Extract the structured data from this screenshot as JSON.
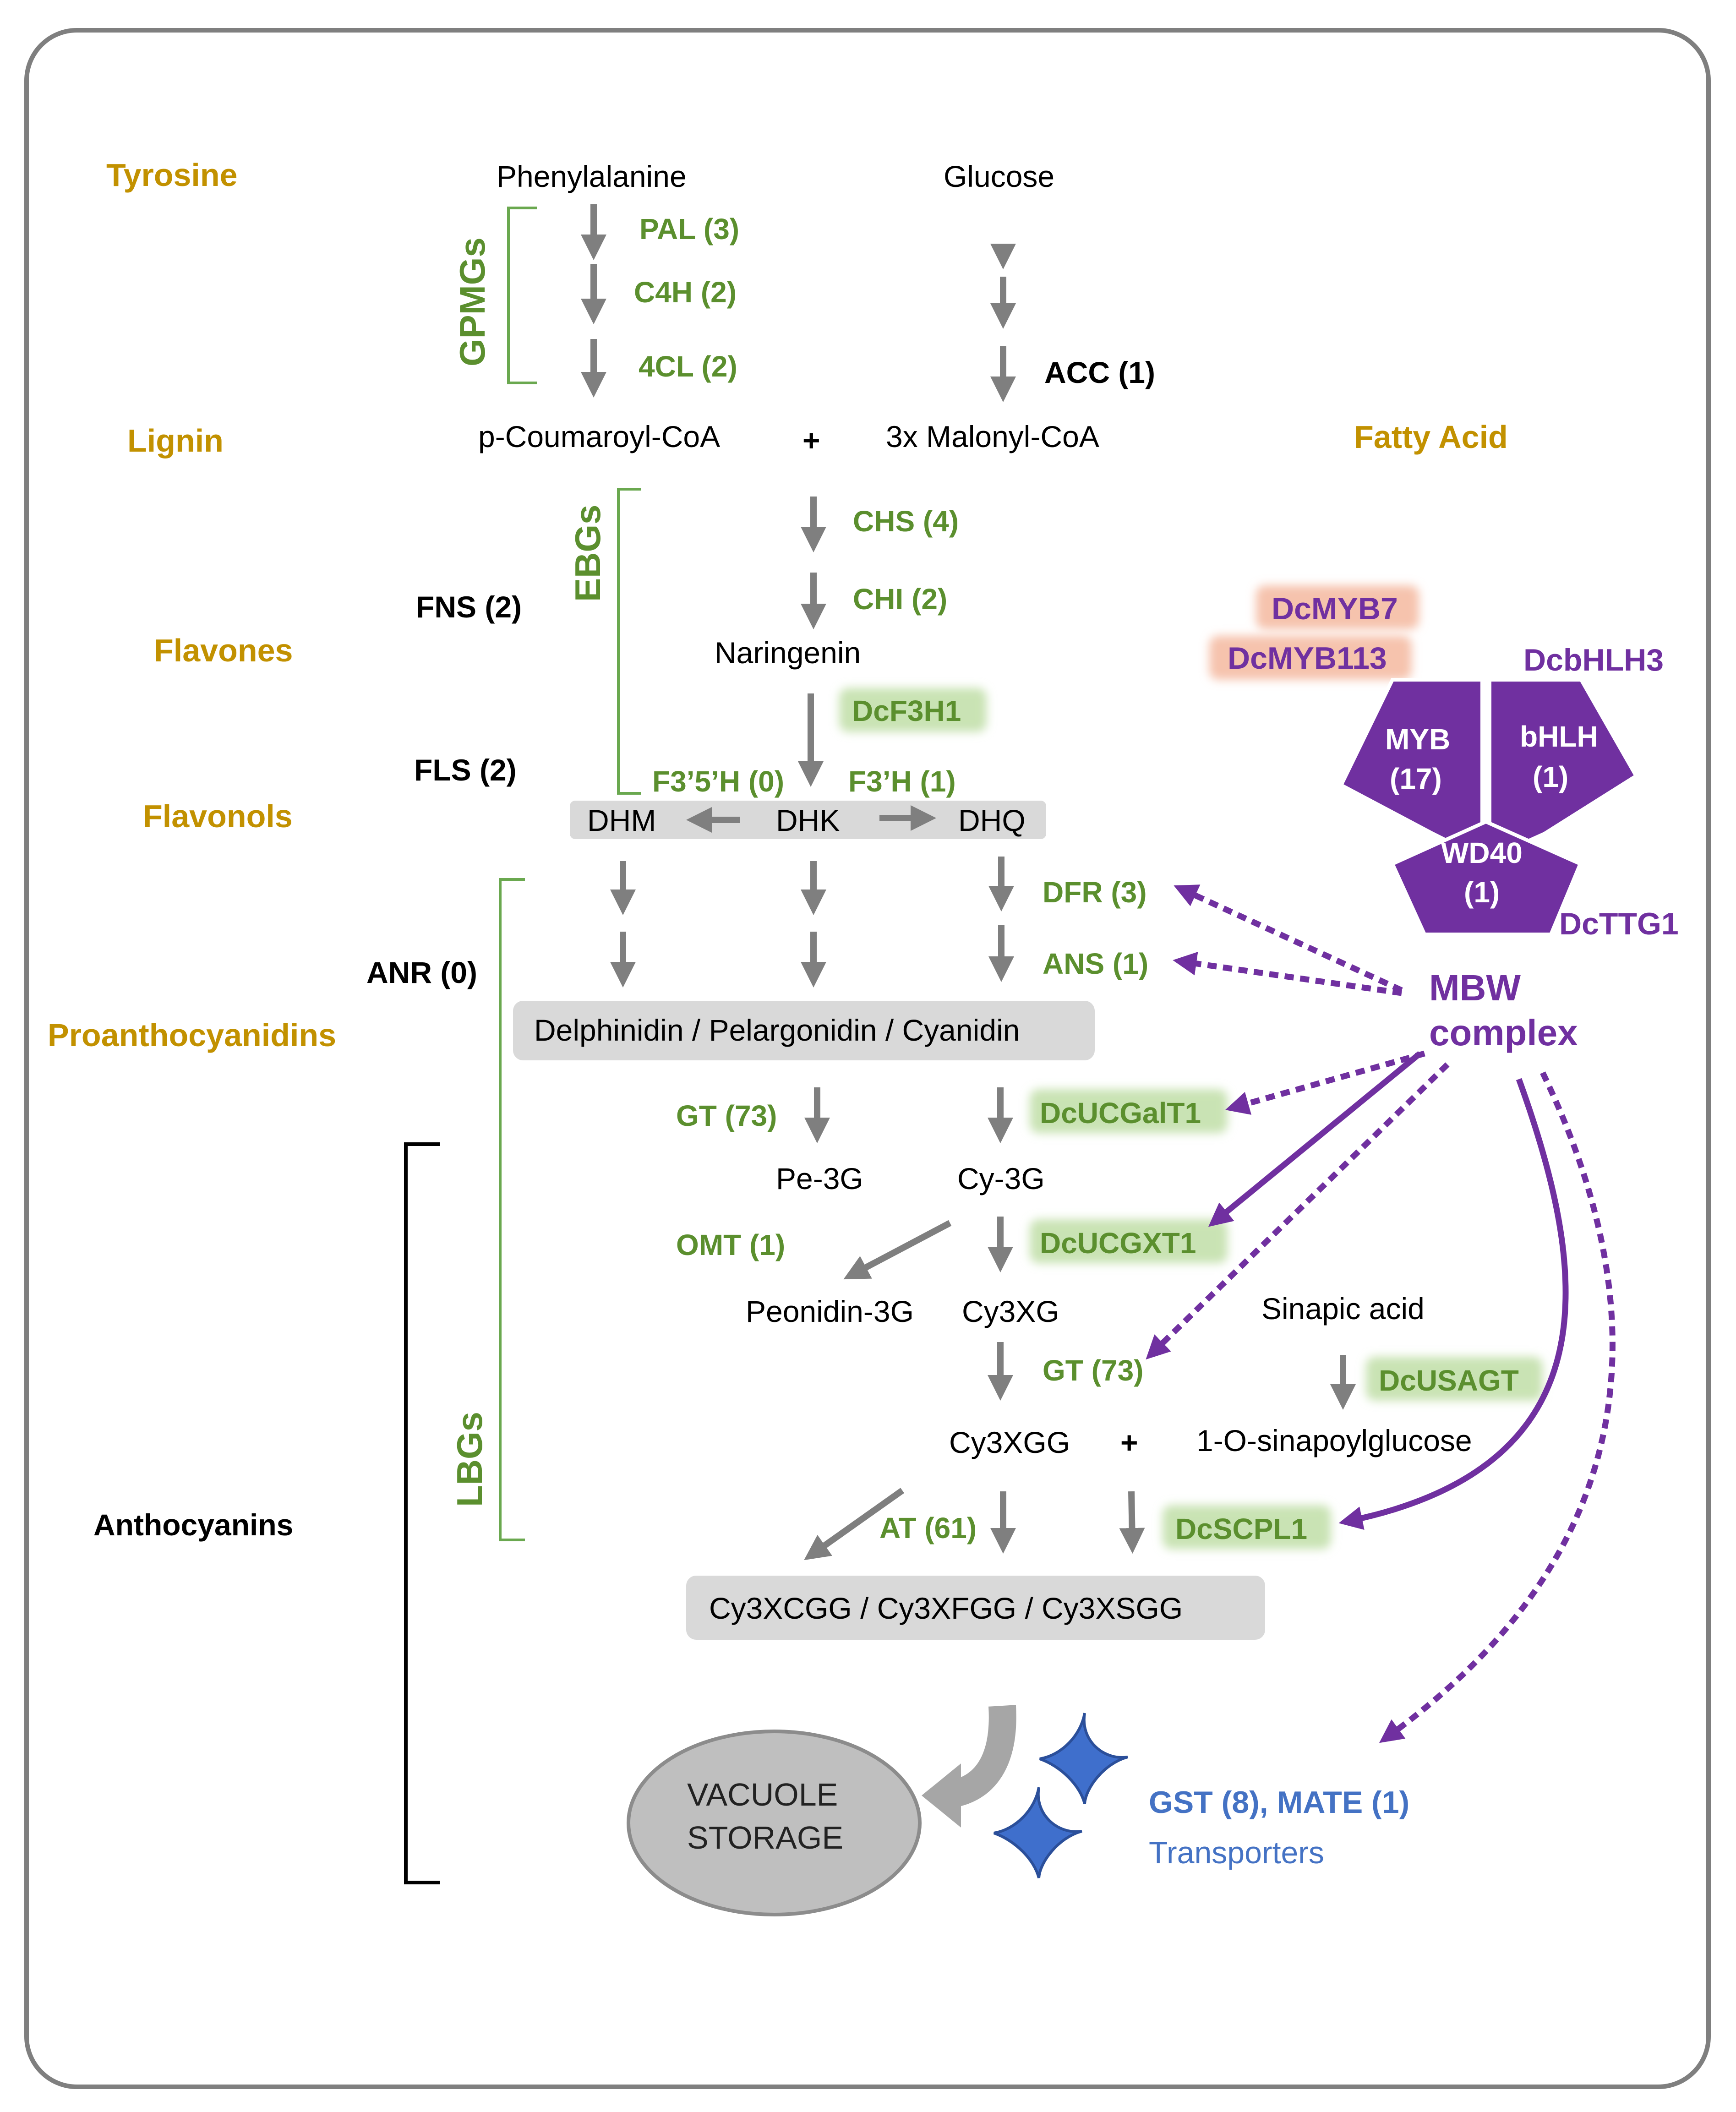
{
  "side_labels": {
    "tyrosine": "Tyrosine",
    "lignin": "Lignin",
    "flavones": "Flavones",
    "flavonols": "Flavonols",
    "proanthocyanidins": "Proanthocyanidins",
    "fatty_acid": "Fatty Acid",
    "anthocyanins": "Anthocyanins"
  },
  "compounds": {
    "phenylalanine": "Phenylalanine",
    "glucose": "Glucose",
    "p_coumaroyl_coa": "p-Coumaroyl-CoA",
    "plus_1": "+",
    "malonyl_coa": "3x Malonyl-CoA",
    "naringenin": "Naringenin",
    "dhm": "DHM",
    "dhk": "DHK",
    "dhq": "DHQ",
    "anthocyanidins": "Delphinidin / Pelargonidin / Cyanidin",
    "pe_3g": "Pe-3G",
    "cy_3g": "Cy-3G",
    "peonidin_3g": "Peonidin-3G",
    "cy3xg": "Cy3XG",
    "sinapic_acid": "Sinapic acid",
    "cy3xgg": "Cy3XGG",
    "plus_2": "+",
    "sinapoylglucose": "1-O-sinapoylglucose",
    "final_products": "Cy3XCGG / Cy3XFGG / Cy3XSGG"
  },
  "enzymes": {
    "pal": "PAL (3)",
    "c4h": "C4H (2)",
    "cl4": "4CL (2)",
    "acc": "ACC (1)",
    "chs": "CHS (4)",
    "chi": "CHI (2)",
    "fns": "FNS (2)",
    "dcf3h1": "DcF3H1",
    "fls": "FLS (2)",
    "f35h": "F3’5’H (0)",
    "f3h": "F3’H (1)",
    "dfr": "DFR (3)",
    "ans": "ANS (1)",
    "anr": "ANR (0)",
    "gt_1": "GT (73)",
    "dcucgalt1": "DcUCGalT1",
    "omt": "OMT (1)",
    "dcucgxt1": "DcUCGXT1",
    "gt_2": "GT (73)",
    "dcusagt": "DcUSAGT",
    "at": "AT (61)",
    "dcscpl1": "DcSCPL1"
  },
  "gene_groups": {
    "gpmgs": "GPMGs",
    "ebgs": "EBGs",
    "lbgs": "LBGs"
  },
  "regulators": {
    "dcmyb7": "DcMYB7",
    "dcmyb113": "DcMYB113",
    "dcbhlh3": "DcbHLH3",
    "dcttg1": "DcTTG1",
    "myb": "MYB",
    "myb_count": "(17)",
    "bhlh": "bHLH",
    "bhlh_count": "(1)",
    "wd40": "WD40",
    "wd40_count": "(1)",
    "mbw_line1": "MBW",
    "mbw_line2": "complex"
  },
  "storage": {
    "line1": "VACUOLE",
    "line2": "STORAGE"
  },
  "transporters": {
    "genes": "GST (8), MATE (1)",
    "label": "Transporters"
  },
  "colors": {
    "side_label": "#c29100",
    "enzyme_green": "#5b8f2e",
    "regulator_purple": "#7030a0",
    "transporter_blue": "#4472c4",
    "arrow_gray": "#7f7f7f",
    "box_gray": "#d9d9d9",
    "highlight_green": "#c9e3b4",
    "highlight_red": "#f6c3ad"
  }
}
